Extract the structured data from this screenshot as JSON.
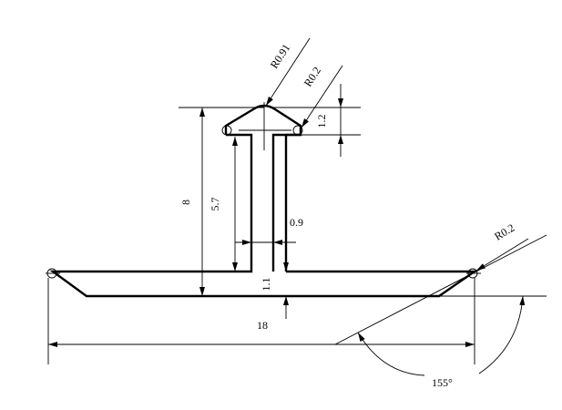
{
  "drawing": {
    "colors": {
      "line": "#000000",
      "background": "#ffffff"
    },
    "dimensions": {
      "height_total": "8",
      "height_stem": "5.7",
      "head_height": "1.2",
      "stem_width": "0.9",
      "base_thickness": "1.1",
      "base_width": "18",
      "angle": "155°"
    },
    "radii": {
      "head_top": "R0.91",
      "head_corner": "R0.2",
      "base_tip": "R0.2"
    }
  }
}
